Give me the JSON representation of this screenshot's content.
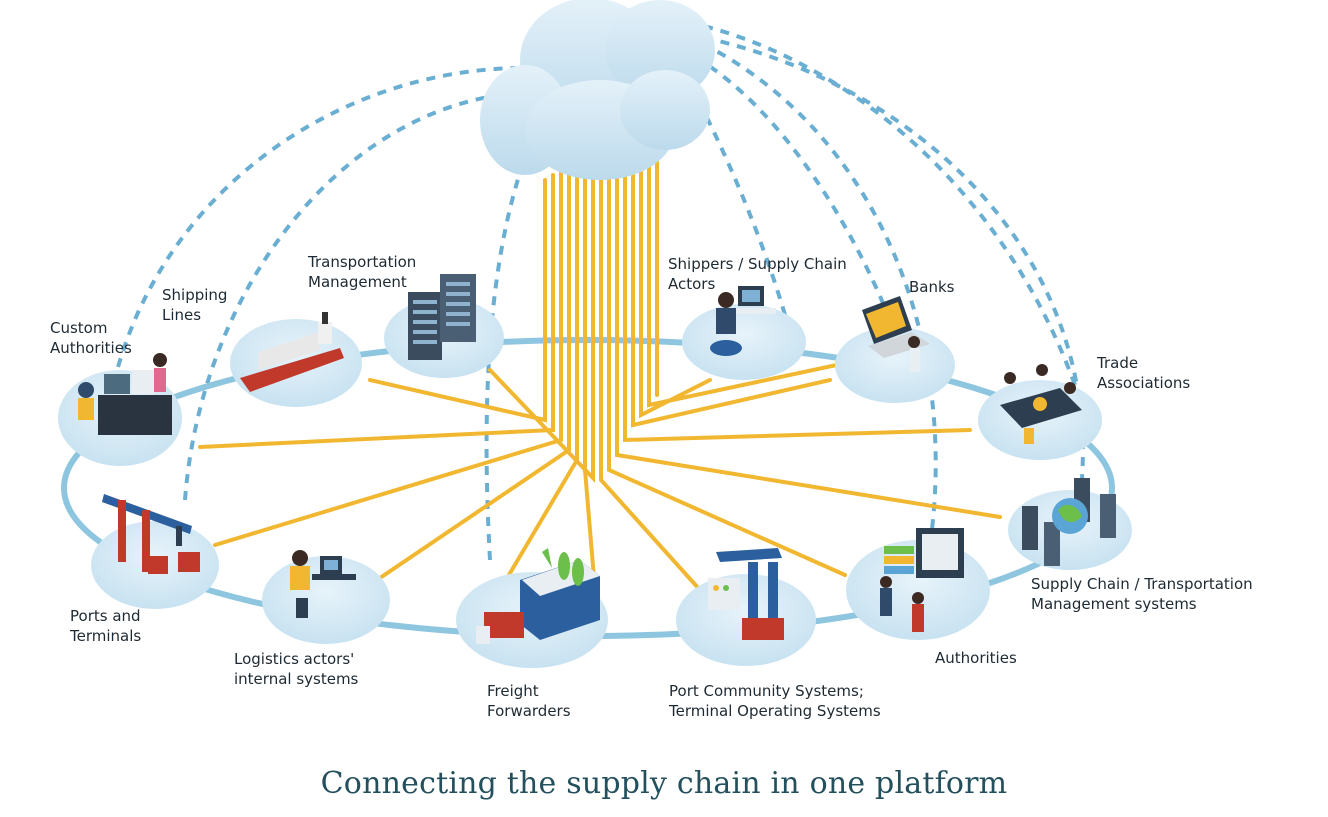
{
  "diagram": {
    "caption": "Connecting the supply chain in one platform",
    "nodes": [
      {
        "id": "custom-authorities",
        "label": "Custom\nAuthorities",
        "icon": "customs-officer-desk-icon"
      },
      {
        "id": "shipping-lines",
        "label": "Shipping\nLines",
        "icon": "cargo-ship-icon"
      },
      {
        "id": "transportation-management",
        "label": "Transportation\nManagement",
        "icon": "server-rack-icon"
      },
      {
        "id": "shippers",
        "label": "Shippers / Supply Chain\nActors",
        "icon": "office-worker-icon"
      },
      {
        "id": "banks",
        "label": "Banks",
        "icon": "laptop-finance-icon"
      },
      {
        "id": "trade-associations",
        "label": "Trade\nAssociations",
        "icon": "meeting-table-icon"
      },
      {
        "id": "scm-systems",
        "label": "Supply Chain / Transportation\nManagement systems",
        "icon": "servers-globe-icon"
      },
      {
        "id": "authorities",
        "label": "Authorities",
        "icon": "officials-screen-icon"
      },
      {
        "id": "pcs-tos",
        "label": "Port Community Systems;\nTerminal Operating Systems",
        "icon": "port-crane-icon"
      },
      {
        "id": "freight-forwarders",
        "label": "Freight\nForwarders",
        "icon": "truck-warehouse-icon"
      },
      {
        "id": "logistics-actors",
        "label": "Logistics actors'\ninternal systems",
        "icon": "desk-worker-icon"
      },
      {
        "id": "ports-terminals",
        "label": "Ports and\nTerminals",
        "icon": "gantry-crane-icon"
      }
    ],
    "hub": {
      "icon": "cloud-icon"
    },
    "colors": {
      "ring": "#8ec6e0",
      "node_fill": "#d6eaf5",
      "dashed": "#6aaed2",
      "fiber": "#f2b731",
      "cloud": "#cfe5f2",
      "caption": "#24505e"
    }
  }
}
